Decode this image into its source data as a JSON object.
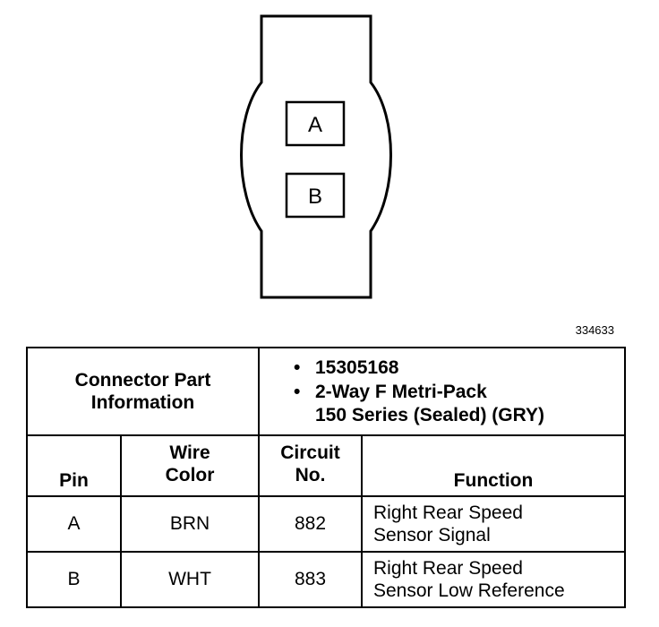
{
  "connector": {
    "pins": [
      "A",
      "B"
    ]
  },
  "drawing_number": "334633",
  "part_info": {
    "title_line1": "Connector Part",
    "title_line2": "Information",
    "items": [
      {
        "line1": "15305168",
        "line2": ""
      },
      {
        "line1": "2-Way F Metri-Pack",
        "line2": "150 Series (Sealed) (GRY)"
      }
    ],
    "bullet": "•"
  },
  "headers": {
    "pin": "Pin",
    "wire_line1": "Wire",
    "wire_line2": "Color",
    "circuit_line1": "Circuit",
    "circuit_line2": "No.",
    "function": "Function"
  },
  "rows": [
    {
      "pin": "A",
      "color": "BRN",
      "circuit": "882",
      "function_line1": "Right Rear Speed",
      "function_line2": "Sensor Signal"
    },
    {
      "pin": "B",
      "color": "WHT",
      "circuit": "883",
      "function_line1": "Right Rear Speed",
      "function_line2": "Sensor Low Reference"
    }
  ]
}
